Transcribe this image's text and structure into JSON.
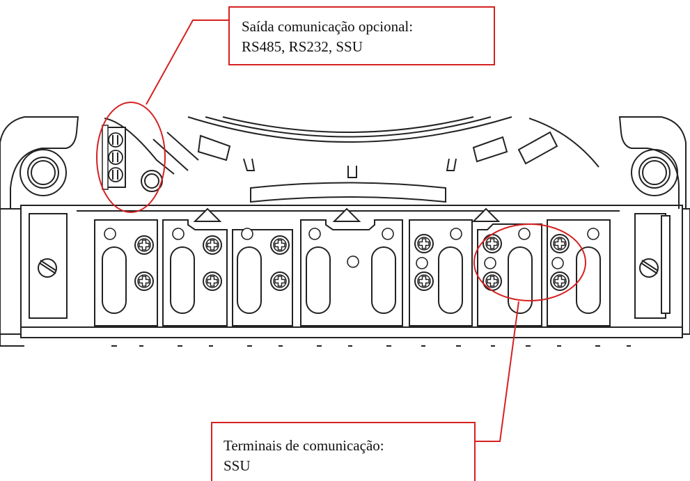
{
  "callouts": {
    "top": {
      "line1": "Saída comunicação opcional:",
      "line2": "RS485, RS232, SSU"
    },
    "bottom": {
      "line1": "Terminais de comunicação:",
      "line2": "SSU"
    }
  },
  "colors": {
    "annotation": "#d62020",
    "drawing": "#222222",
    "background": "#ffffff"
  }
}
